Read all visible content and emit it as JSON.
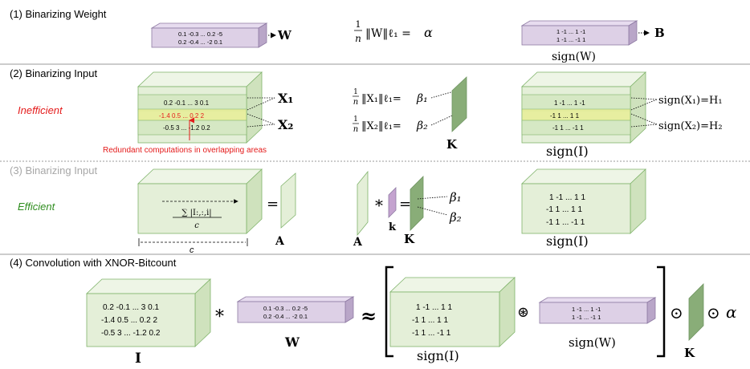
{
  "sections": {
    "s1": {
      "title": "(1)  Binarizing Weight"
    },
    "s2": {
      "title": "(2) Binarizing Input",
      "label": "Inefficient",
      "redundant_note": "Redundant computations in overlapping areas"
    },
    "s3": {
      "title": "(3) Binarizing Input",
      "label": "Efficient"
    },
    "s4": {
      "title": "(4) Convolution with XNOR-Bitcount"
    }
  },
  "symbols": {
    "W": "W",
    "B": "B",
    "X1": "X₁",
    "X2": "X₂",
    "K": "K",
    "A": "A",
    "k": "k",
    "I": "I",
    "signW": "sign(W)",
    "signI": "sign(I)",
    "signX1": "sign(X₁)=H₁",
    "signX2": "sign(X₂)=H₂",
    "beta1": "β₁",
    "beta2": "β₂",
    "alpha": "α",
    "c": "c",
    "eq": "=",
    "ast": "*",
    "approx": "≈",
    "odot": "⊙",
    "oast": "⊛"
  },
  "formulas": {
    "alpha_lhs": "‖W‖ℓ₁ =",
    "beta1_lhs": "‖X₁‖ℓ₁=",
    "beta2_lhs": "‖X₂‖ℓ₁=",
    "frac_num": "1",
    "frac_den": "n",
    "sum_num": "∑ |I:,:,i|",
    "sum_den": "c"
  },
  "weights": {
    "row1": "0.1  -0.3 ... 0.2  -5",
    "row2": "0.2  -0.4 ... -2  0.1",
    "bin_row1": "1  -1 ... 1  -1",
    "bin_row2": "1  -1 ... -1  1"
  },
  "input_grid": {
    "row1": "0.2  -0.1  ...  3  0.1",
    "row2": "-1.4  0.5  ...  0.2  2",
    "row3": "-0.5  3  ...  -1.2  0.2"
  },
  "input_grid_s2": {
    "row1": "0.2  -0.1  ...  3  0.1",
    "row2": "-1.4  0.5  ...  0.2  2",
    "row3": "-0.5  3  ...  -1.2  0.2"
  },
  "sign_grid_s2": {
    "row1": "1  -1  ...  1  -1",
    "row2": "-1  1  ...  1  1",
    "row3": "-1  1  ...  -1  1"
  },
  "sign_grid": {
    "row1": "1  -1  ...  1  1",
    "row2": "-1  1  ...  1  1",
    "row3": "-1  1  ...  -1  1"
  },
  "colors": {
    "green_fill": "#e4efd8",
    "green_side": "#cfe2bd",
    "green_stroke": "#7fb36a",
    "yellow_band": "#e8ee9a",
    "purple_fill": "#ddd0e6",
    "purple_side": "#b9a6c8",
    "purple_stroke": "#8e7aa3",
    "plate": "#89ad78",
    "plate_small": "#c4a3cf",
    "red": "#e41b1b",
    "green_text": "#2f8d1f",
    "grey_text": "#a7a7a7"
  }
}
